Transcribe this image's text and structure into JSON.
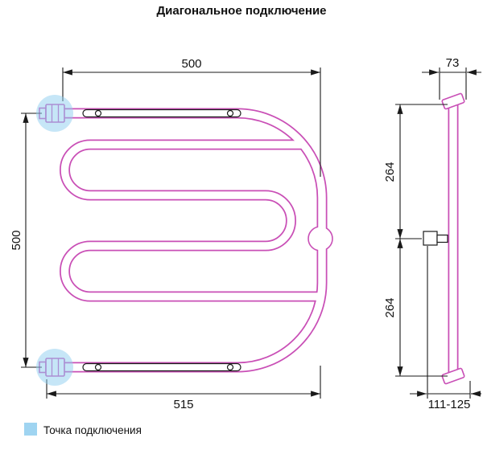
{
  "title": "Диагональное подключение",
  "front_view": {
    "dim_width_top": "500",
    "dim_height_left": "500",
    "dim_width_bottom": "515"
  },
  "side_view": {
    "dim_depth": "73",
    "dim_upper": "264",
    "dim_lower": "264",
    "dim_wall_offset": "111-125"
  },
  "legend": {
    "label": "Точка подключения"
  },
  "colors": {
    "pipe": "#c94fb6",
    "highlight": "#8ecdef",
    "line": "#1a1a1a"
  }
}
